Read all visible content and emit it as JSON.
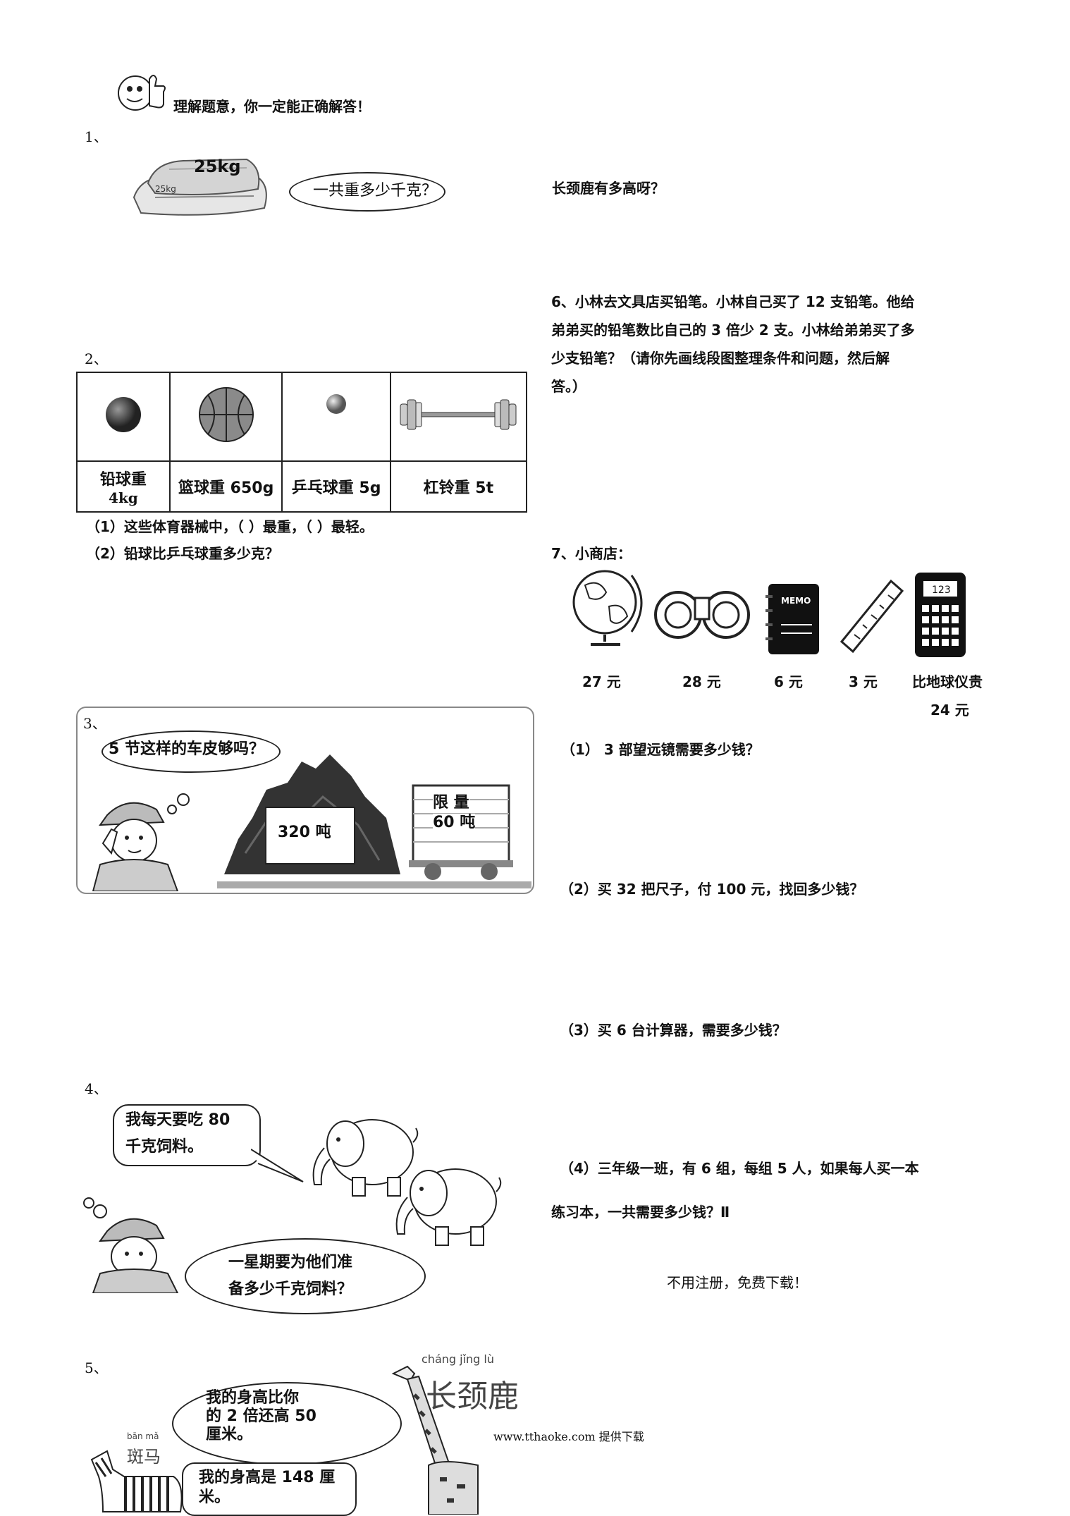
{
  "header": {
    "title": "理解题意，你一定能正确解答！"
  },
  "q1": {
    "num": "1、",
    "bag_label": "25kg",
    "bag_print": "25kg",
    "bubble": "一共重多少千克？"
  },
  "q2": {
    "num": "2、",
    "cells": [
      {
        "label": "铅球重",
        "value": "4kg"
      },
      {
        "label": "篮球重 650g"
      },
      {
        "label": "乒乓球重 5g"
      },
      {
        "label": "杠铃重 5t"
      }
    ],
    "sub1": "（1）这些体育器械中，（      ）最重，（       ）最轻。",
    "sub2": "（2）铅球比乒乓球重多少克？"
  },
  "q3": {
    "num": "3、",
    "bubble": "5 节这样的车皮够吗？",
    "pile_label": "320 吨",
    "cart_line1": "限  量",
    "cart_line2": "60 吨"
  },
  "q4": {
    "num": "4、",
    "bubble1_line1": "我每天要吃 80",
    "bubble1_line2": "千克饲料。",
    "bubble2_line1": "一星期要为他们准",
    "bubble2_line2": "备多少千克饲料？"
  },
  "q5": {
    "num": "5、",
    "giraffe_pinyin": "cháng jǐng lù",
    "giraffe_name": "长颈鹿",
    "zebra_pinyin": "bān mǎ",
    "zebra_name": "斑马",
    "bubble1_line1": "我的身高比你",
    "bubble1_line2": "的 2 倍还高 50",
    "bubble1_line3": "厘米。",
    "bubble2_line1": "我的身高是 148 厘",
    "bubble2_line2": "米。",
    "question": "长颈鹿有多高呀？"
  },
  "q6": {
    "line1": "6、小林去文具店买铅笔。小林自己买了 12 支铅笔。他给",
    "line2": "弟弟买的铅笔数比自己的 3 倍少 2 支。小林给弟弟买了多",
    "line3": "少支铅笔？（请你先画线段图整理条件和问题，然后解",
    "line4": "答。）"
  },
  "q7": {
    "title": "7、小商店：",
    "items": [
      {
        "name": "globe",
        "price": "27 元"
      },
      {
        "name": "binoculars",
        "price": "28 元"
      },
      {
        "name": "notebook",
        "price": "6 元",
        "memo": "MEMO"
      },
      {
        "name": "ruler",
        "price": "3 元"
      },
      {
        "name": "calculator",
        "price_line1": "比地球仪贵",
        "price_line2": "24 元",
        "screen": "123"
      }
    ],
    "sub1": "（1）  3 部望远镜需要多少钱？",
    "sub2": "（2）买 32 把尺子，付 100 元，找回多少钱？",
    "sub3": "（3）买 6 台计算器，需要多少钱？",
    "sub4_line1": "（4）三年级一班，有 6 组，每组 5 人，如果每人买一本",
    "sub4_line2": "练习本，一共需要多少钱？Ⅱ"
  },
  "footer": {
    "note": "不用注册，免费下载！",
    "site": "www.tthaoke.com  提供下载"
  }
}
